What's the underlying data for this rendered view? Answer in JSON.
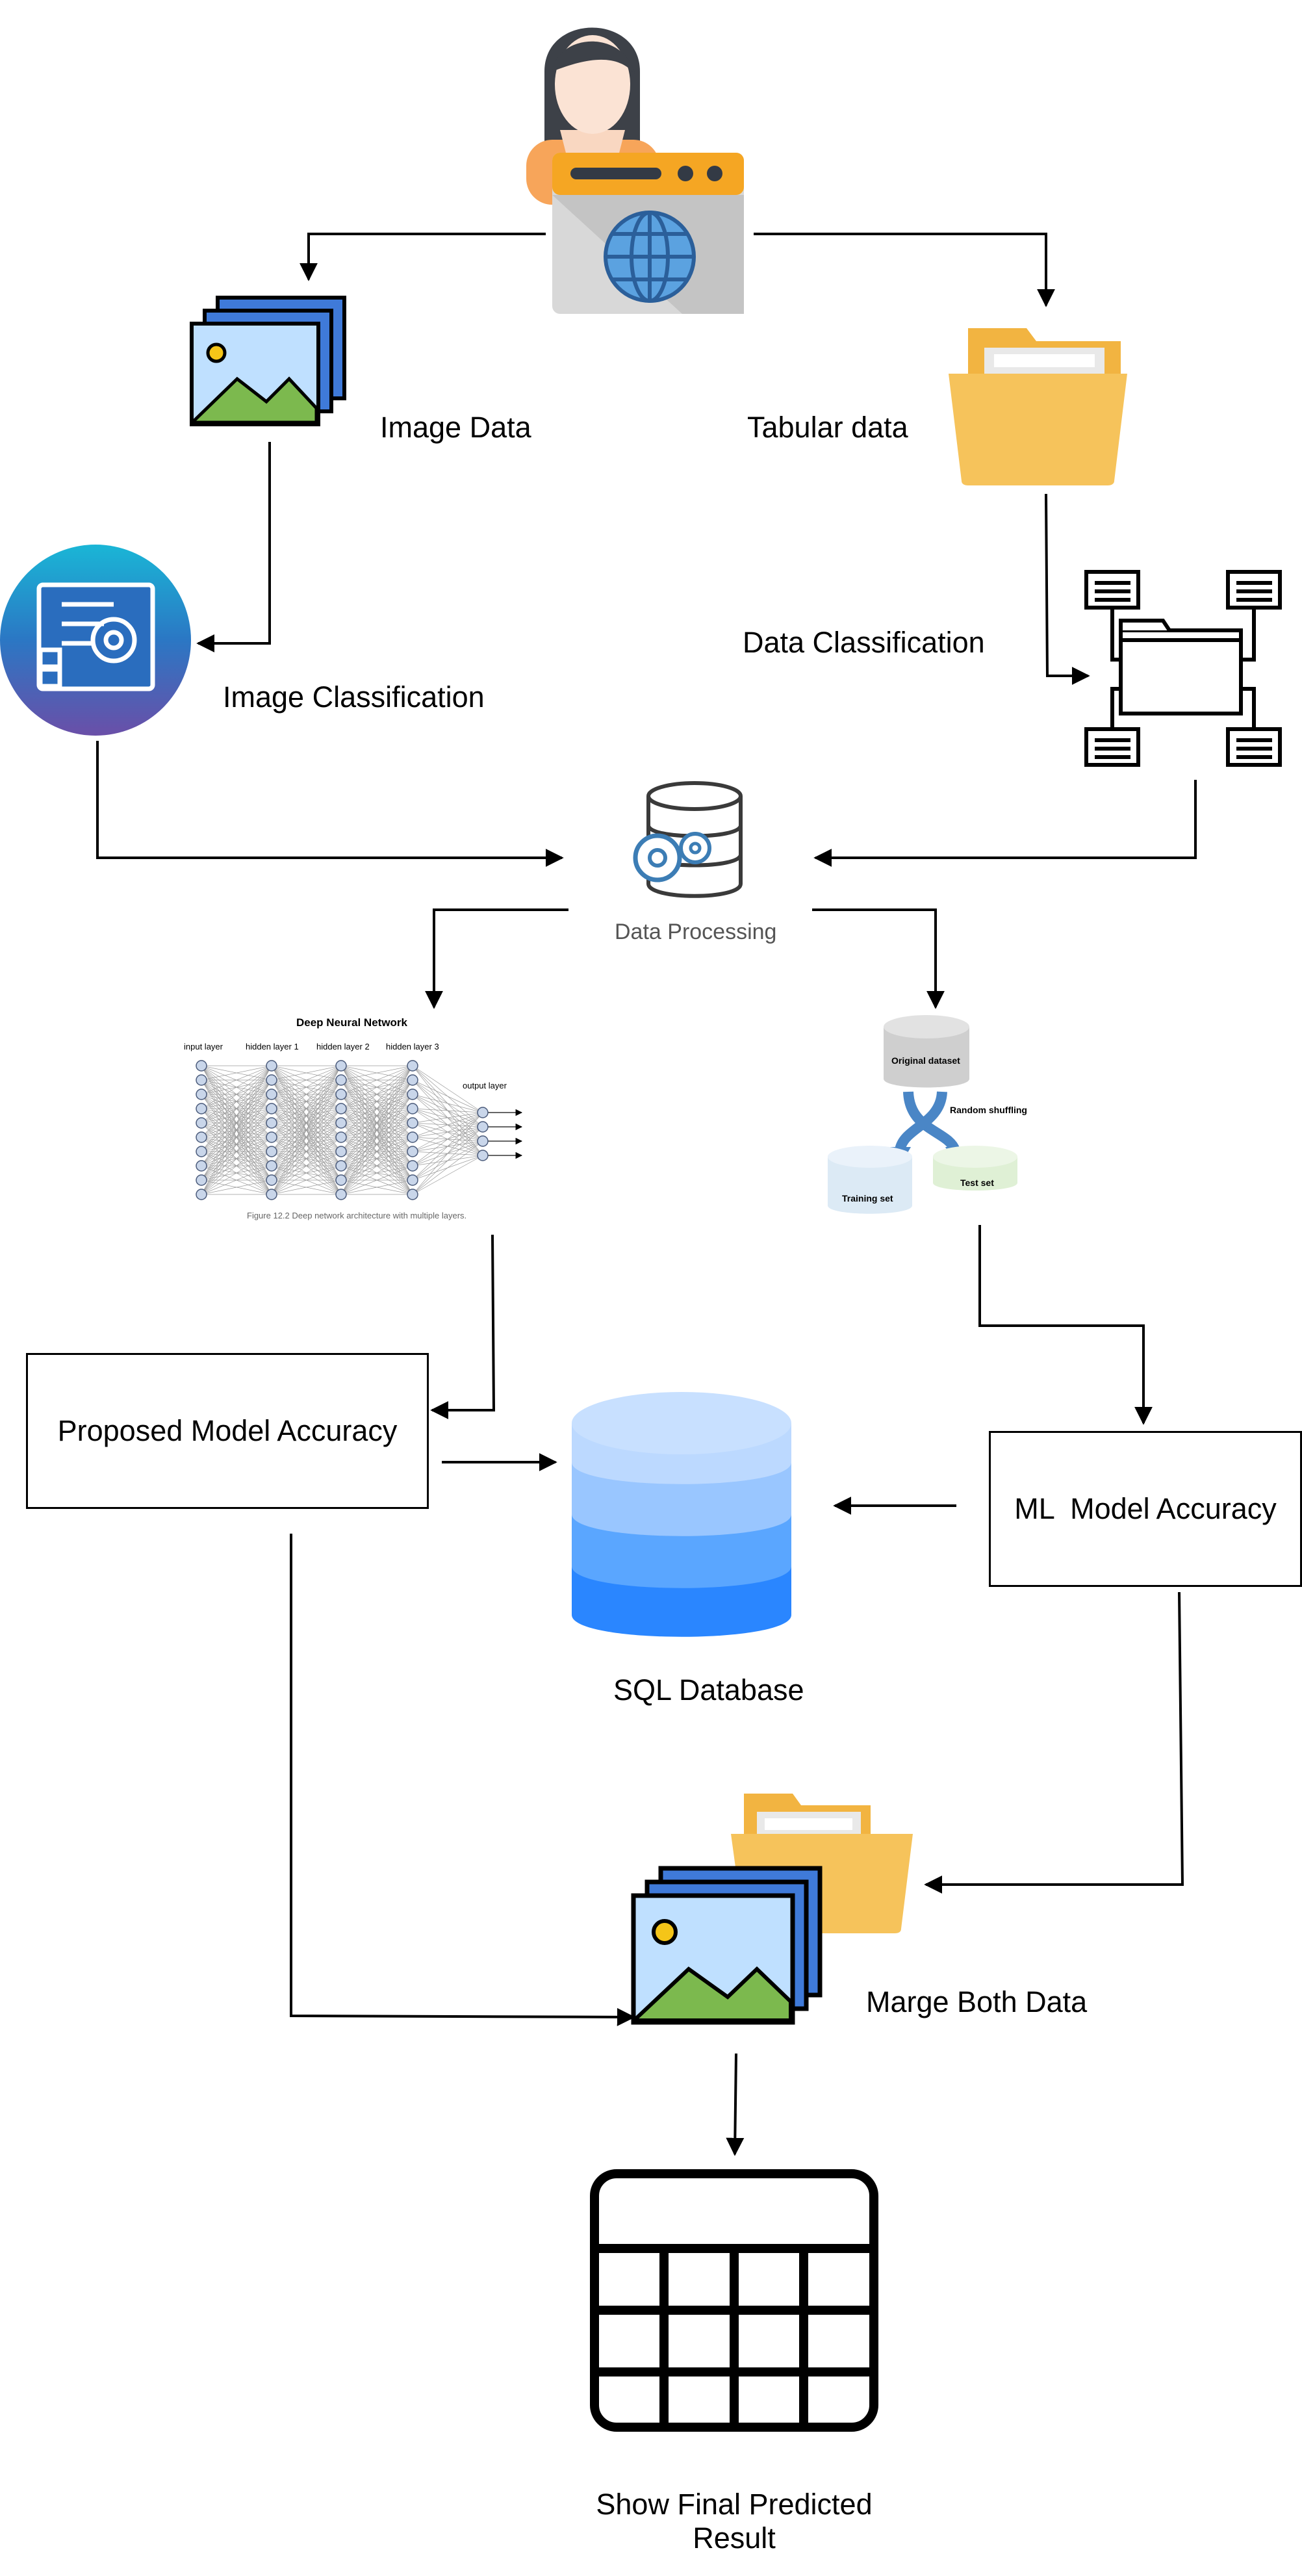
{
  "labels": {
    "image_data": "Image Data",
    "tabular_data": "Tabular data",
    "image_classification": "Image Classification",
    "data_classification": "Data Classification",
    "data_processing": "Data Processing",
    "proposed_model_accuracy": "Proposed Model Accuracy",
    "ml_model_accuracy": "ML  Model Accuracy",
    "sql_database": "SQL Database",
    "marge_both_data": "Marge Both Data",
    "show_final_line1": "Show Final Predicted",
    "show_final_line2": "Result"
  },
  "nn_figure": {
    "title": "Deep Neural Network",
    "layers": [
      "input layer",
      "hidden layer 1",
      "hidden layer 2",
      "hidden layer 3",
      "output layer"
    ],
    "caption": "Figure 12.2 Deep network architecture with multiple layers."
  },
  "split_figure": {
    "original": "Original dataset",
    "shuffle": "Random shuffling",
    "training": "Training set",
    "test": "Test set"
  },
  "colors": {
    "line": "#000000",
    "folder": "#f6c35b",
    "image_blue": "#3f7ad9",
    "sky": "#bfe0ff",
    "grass": "#7cb94e",
    "db_top": "#bcd9ff",
    "db_mid": "#6aaeff",
    "db_bottom": "#2a86ff"
  }
}
